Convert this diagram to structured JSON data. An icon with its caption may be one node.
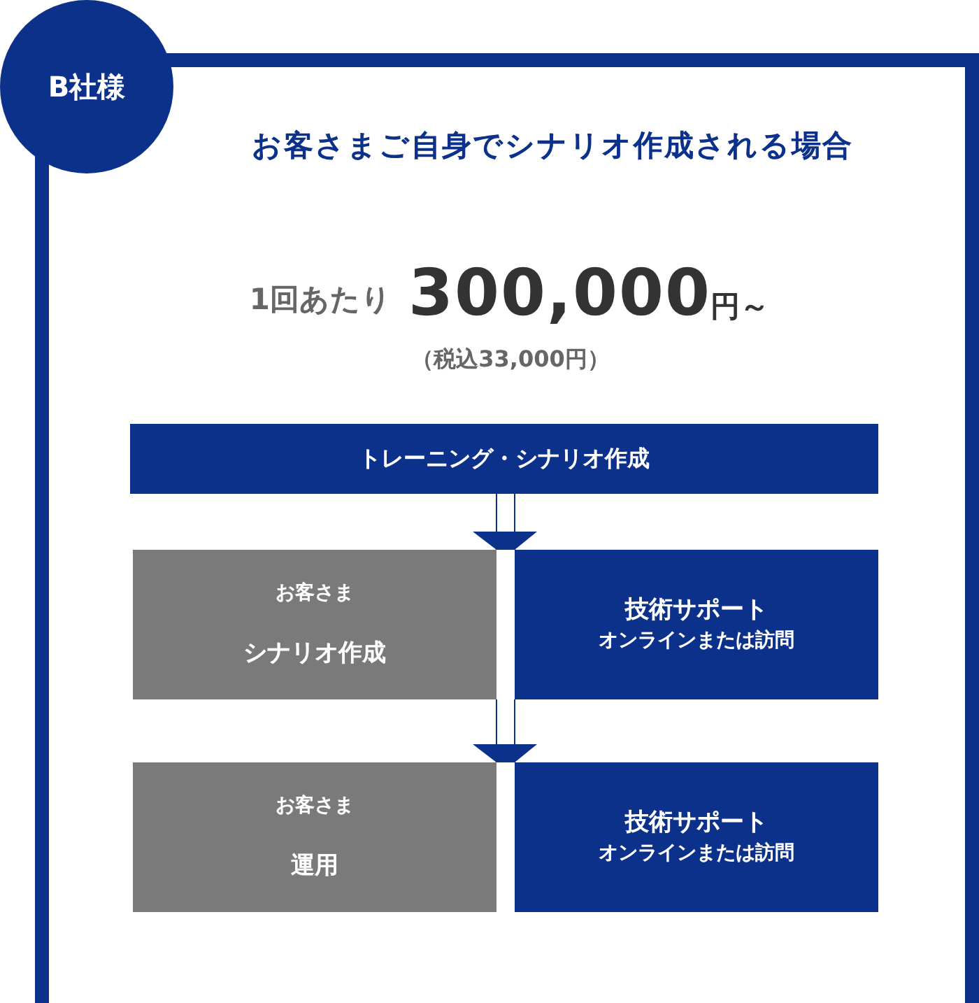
{
  "diagram": {
    "title": "お客さまご自身でシナリオ作成される場合",
    "nodes": [
      {
        "text": [
          "B社様"
        ]
      },
      {
        "text": [
          "トレーニング・シナリオ作成"
        ]
      },
      {
        "text": [
          "お客さま",
          "シナリオ作成"
        ]
      },
      {
        "text": [
          "技術サポート",
          "オンラインまたは訪問"
        ]
      },
      {
        "text": [
          "お客さま",
          "運用"
        ]
      },
      {
        "text": [
          "技術サポート",
          "オンラインまたは訪問"
        ]
      }
    ],
    "edges": [
      {
        "from": 1,
        "to": 2,
        "arrow": "to"
      },
      {
        "from": 1,
        "to": 3,
        "arrow": "to"
      },
      {
        "from": 2,
        "to": 4,
        "arrow": "to"
      },
      {
        "from": 3,
        "to": 5,
        "arrow": "to"
      }
    ],
    "labels": [
      "1回あたり",
      "300,000",
      "円～",
      "（税込33,000円）"
    ]
  }
}
